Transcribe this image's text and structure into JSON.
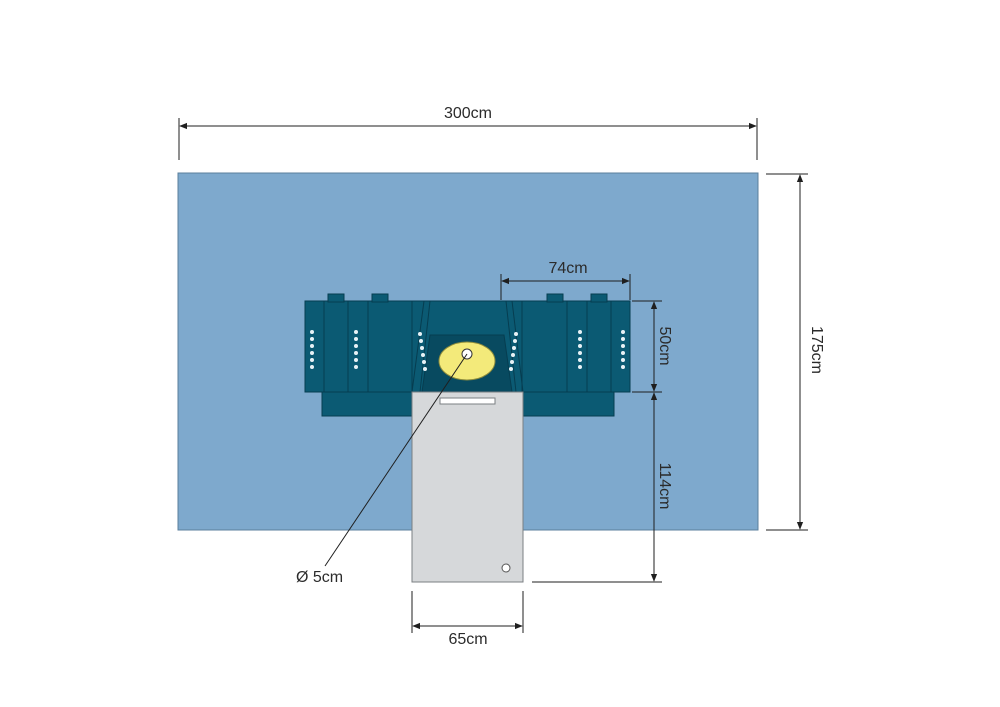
{
  "labels": {
    "width_total": "300cm",
    "height_total": "175cm",
    "pouch_width": "74cm",
    "pouch_height": "50cm",
    "extension_length": "114cm",
    "extension_width": "65cm",
    "fenestration": "Ø 5cm"
  },
  "colors": {
    "drape": "#7ea9cd",
    "pouch": "#0b5a73",
    "pouch_dark": "#084a60",
    "extension": "#d6d8da",
    "fenestration_fill": "#f3ea7a",
    "lines": "#1f1f1f",
    "dots": "#e8f2f6"
  },
  "icons": {
    "arrowhead": "arrow-icon"
  }
}
